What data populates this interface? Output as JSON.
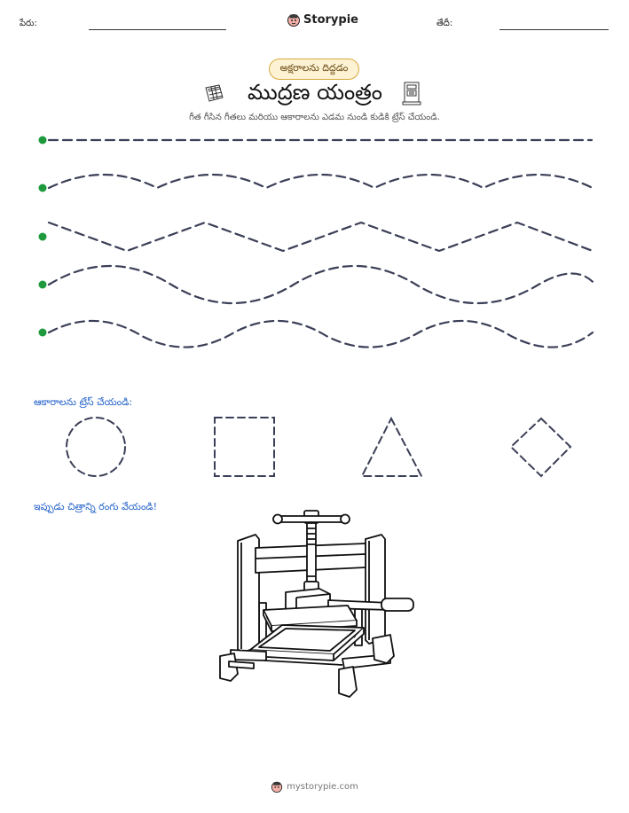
{
  "header": {
    "name_label": "పేరు:",
    "date_label": "తేదీ:",
    "brand": "Storypie"
  },
  "title": {
    "badge": "అక్షరాలను దిద్దడం",
    "main": "ముద్రణ యంత్రం",
    "instruction": "గీత గీసిన గీతలు మరియు ఆకారాలను ఎడమ నుండి కుడికి ట్రేస్ చేయండి."
  },
  "sections": {
    "shapes_label": "ఆకారాలను ట్రేస్ చేయండి:",
    "color_label": "ఇప్పుడు చిత్రాన్ని రంగు వేయండి!"
  },
  "footer": {
    "site": "mystorypie.com"
  },
  "colors": {
    "dash": "#3b3f57",
    "start_dot": "#1e9a3c",
    "accent_blue": "#2563c9",
    "badge_border": "#d9a83b"
  }
}
